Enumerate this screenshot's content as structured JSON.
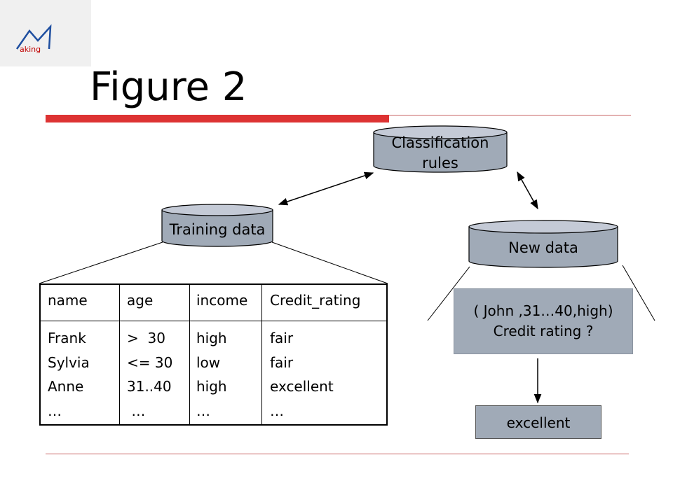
{
  "logo": {
    "text": "aking",
    "accent": "#c00000",
    "stroke": "#1f4fa0"
  },
  "title": "Figure 2",
  "colors": {
    "node_fill": "#a0aab7",
    "node_top": "#c4cad6",
    "rule_red": "#dd3333",
    "rule_thin": "#c86464"
  },
  "nodes": {
    "classification_rules": {
      "line1": "Classification",
      "line2": "rules"
    },
    "training_data": {
      "label": "Training data"
    },
    "new_data": {
      "label": "New data"
    }
  },
  "table": {
    "headers": [
      "name",
      "age",
      "income",
      "Credit_rating"
    ],
    "columns": [
      "Frank\nSylvia\nAnne\n…",
      ">  30\n<= 30\n31..40\n …",
      "high\nlow\nhigh\n…",
      "fair\nfair\nexcellent\n…"
    ]
  },
  "query": {
    "line1": "( John ,31…40,high)",
    "line2": "Credit rating ?"
  },
  "result": "excellent"
}
